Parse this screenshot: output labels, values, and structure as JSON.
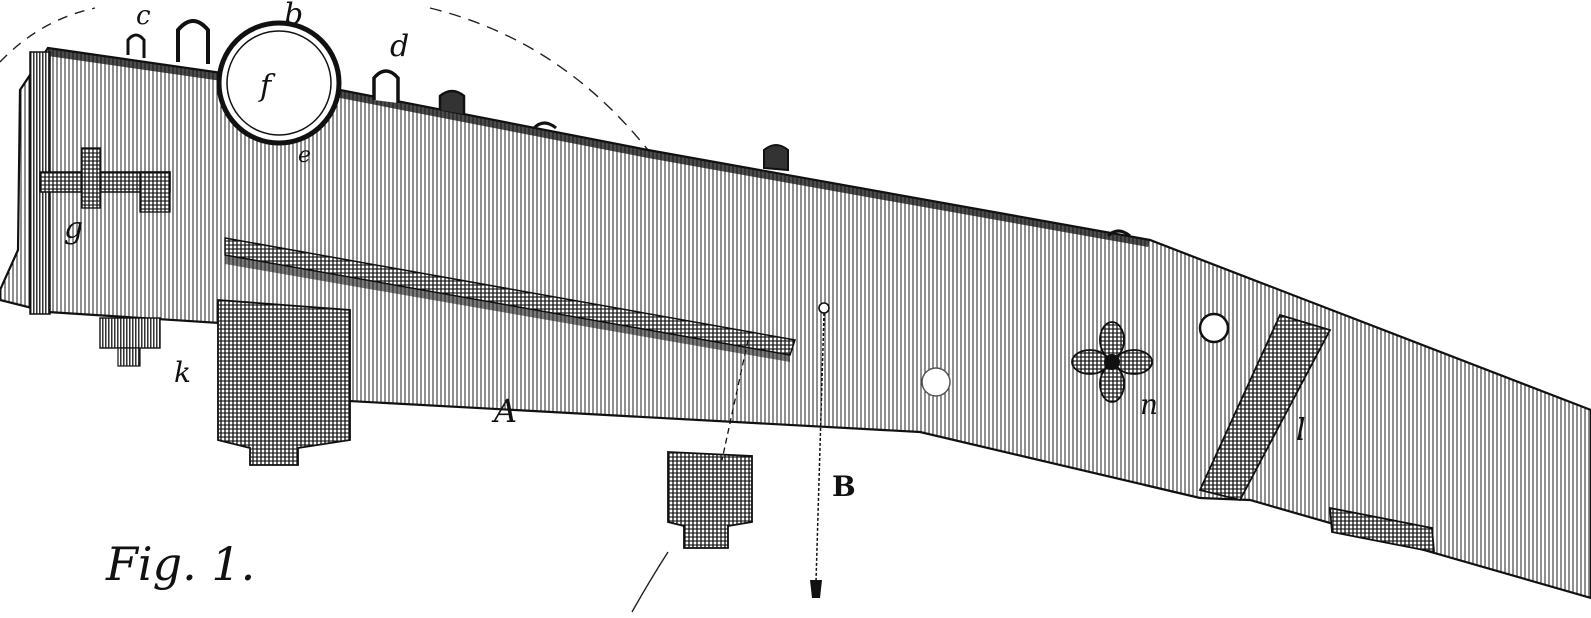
{
  "figure": {
    "caption": "Fig. 1.",
    "ink_color": "#111111",
    "paper_color": "#ffffff"
  },
  "labels": {
    "A": "A",
    "B": "B",
    "b": "b",
    "c": "c",
    "d": "d",
    "f": "f",
    "e": "e",
    "g": "g",
    "k": "k",
    "n": "n",
    "l": "l"
  }
}
